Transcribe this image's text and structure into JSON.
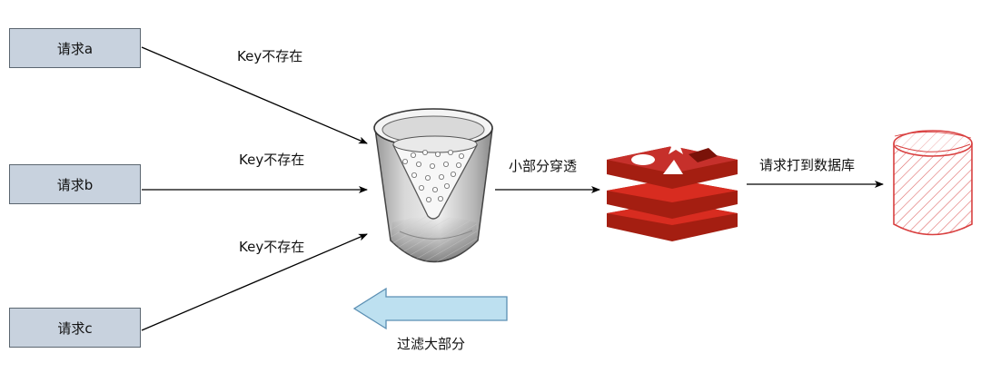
{
  "requests": {
    "a": "请求a",
    "b": "请求b",
    "c": "请求c"
  },
  "edges": {
    "key_missing_1": "Key不存在",
    "key_missing_2": "Key不存在",
    "key_missing_3": "Key不存在",
    "penetrate": "小部分穿透",
    "to_db": "请求打到数据库",
    "filter": "过滤大部分"
  },
  "colors": {
    "request_box": "#c8d2de",
    "redis_red": "#c6302b",
    "filter_arrow": "#bde0f0",
    "db_stroke": "#d94040"
  },
  "icons": {
    "filter": "funnel-filter-icon",
    "cache": "redis-icon",
    "database": "database-cylinder-icon"
  }
}
